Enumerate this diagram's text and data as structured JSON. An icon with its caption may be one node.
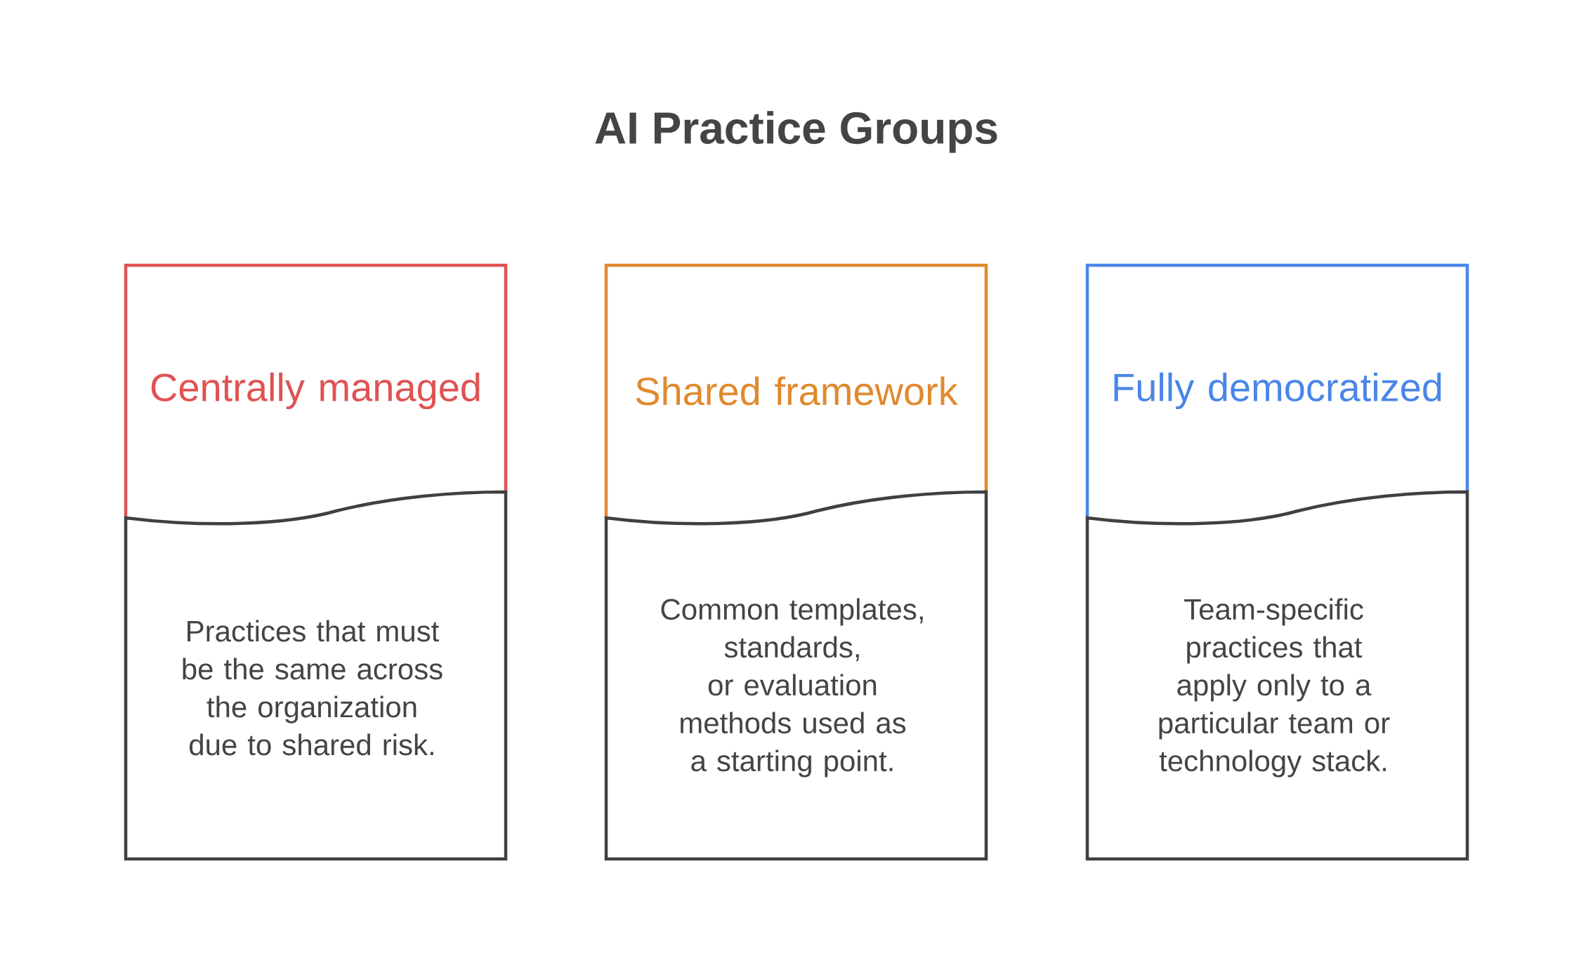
{
  "diagram": {
    "title": "AI Practice Groups",
    "nodes": [
      {
        "text": [
          "Centrally managed",
          "Practices that must be the same across the organization due to shared risk."
        ]
      },
      {
        "text": [
          "Shared framework",
          "Common templates, standards, or evaluation methods used as a starting point."
        ]
      },
      {
        "text": [
          "Fully democratized",
          "Team-specific practices that apply only to a particular team or technology stack."
        ]
      }
    ]
  }
}
